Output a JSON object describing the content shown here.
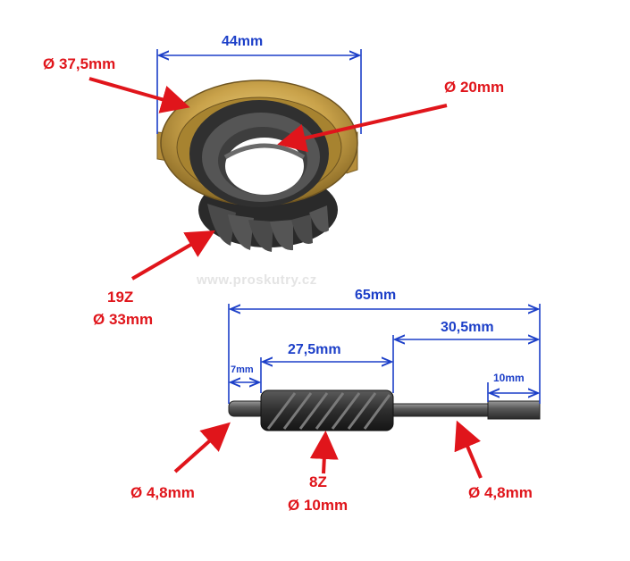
{
  "watermark": "www.proskutry.cz",
  "colors": {
    "arrow": "#e0151b",
    "dimension": "#1c3fc8",
    "brass": "#c9a24a",
    "steel": "#3a3a3a"
  },
  "bearing": {
    "outer_diameter": "Ø  37,5mm",
    "width": "44mm",
    "inner_diameter": "Ø 20mm",
    "teeth": "19Z",
    "gear_diameter": "Ø 33mm"
  },
  "shaft": {
    "total_length": "65mm",
    "gear_length": "27,5mm",
    "rear_length": "30,5mm",
    "front_length": "7mm",
    "tip_length": "10mm",
    "left_diameter": "Ø 4,8mm",
    "teeth": "8Z",
    "gear_diameter": "Ø 10mm",
    "right_diameter": "Ø 4,8mm"
  }
}
